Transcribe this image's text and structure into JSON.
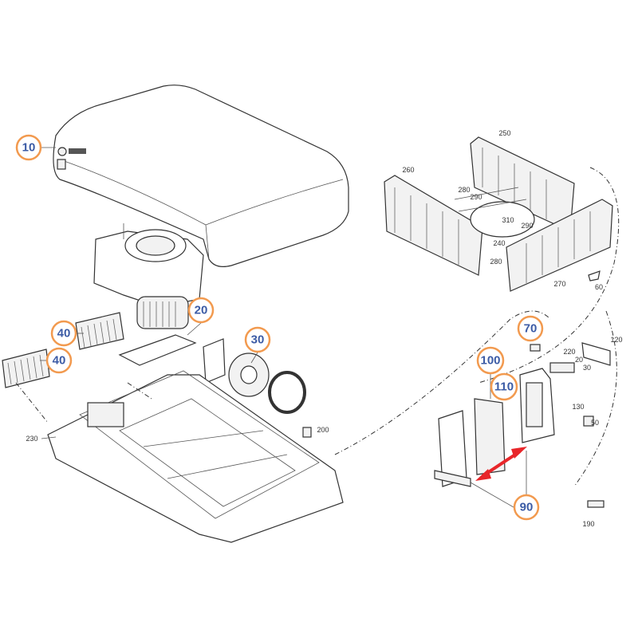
{
  "diagram": {
    "title": "Rooftop air conditioner exploded parts view",
    "accent_color": "#f29a4f",
    "callout_text_color": "#3b5ba5",
    "arrow_color": "#e8262a",
    "callouts": [
      "10",
      "20",
      "30",
      "40",
      "40",
      "70",
      "100",
      "110",
      "90"
    ],
    "part_numbers": [
      "250",
      "260",
      "280",
      "290",
      "310",
      "290",
      "240",
      "280",
      "270",
      "60",
      "220",
      "20",
      "30",
      "120",
      "130",
      "50",
      "190",
      "200",
      "230"
    ]
  }
}
